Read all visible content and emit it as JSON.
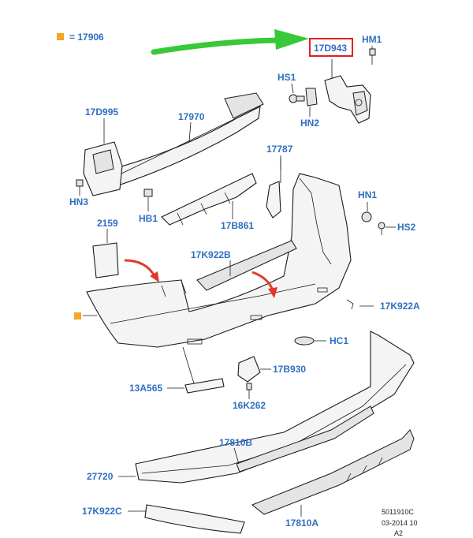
{
  "legend": {
    "symbol_color": "#f5a623",
    "text": "= 17906"
  },
  "highlight_color": "#e02020",
  "arrow_color": "#38c938",
  "callout_arrow_color": "#e03a2a",
  "label_color": "#2f6fc0",
  "labels": {
    "l17D943": "17D943",
    "lHM1": "HM1",
    "lHS1": "HS1",
    "lHN2": "HN2",
    "l17D995": "17D995",
    "l17970": "17970",
    "l17787": "17787",
    "lHN3": "HN3",
    "lHB1": "HB1",
    "l17B861": "17B861",
    "lHN1": "HN1",
    "lHS2": "HS2",
    "l2159": "2159",
    "l17K922B": "17K922B",
    "l17K922A": "17K922A",
    "lHC1": "HC1",
    "l17B930": "17B930",
    "l13A565": "13A565",
    "l16K262": "16K262",
    "l17810B": "17810B",
    "l27720": "27720",
    "l17K922C": "17K922C",
    "l17810A": "17810A"
  },
  "reference": {
    "line1": "5011910C",
    "line2": "03-2014 10",
    "line3": "A2"
  }
}
